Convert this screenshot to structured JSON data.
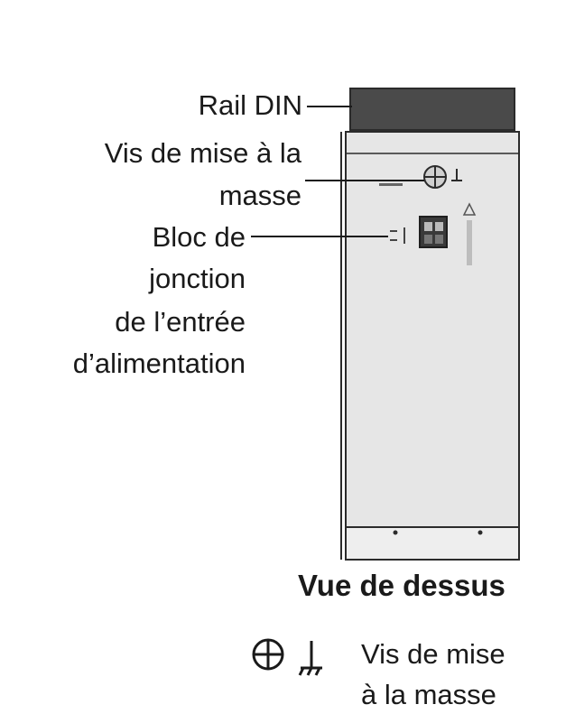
{
  "labels": {
    "rail": "Rail DIN",
    "ground_screw_line1": "Vis de mise à la",
    "ground_screw_line2": "masse",
    "terminal_line1": "Bloc de",
    "terminal_line2": "jonction",
    "terminal_line3": "de l’entrée",
    "terminal_line4": "d’alimentation"
  },
  "view_title": "Vue de dessus",
  "legend": {
    "line1": "Vis de mise",
    "line2": "à la masse",
    "symbols": [
      "crossed-circle-icon",
      "ground-icon"
    ]
  },
  "colors": {
    "rail": "#4a4a4a",
    "body": "#e6e6e6",
    "outline": "#2b2b2b"
  }
}
